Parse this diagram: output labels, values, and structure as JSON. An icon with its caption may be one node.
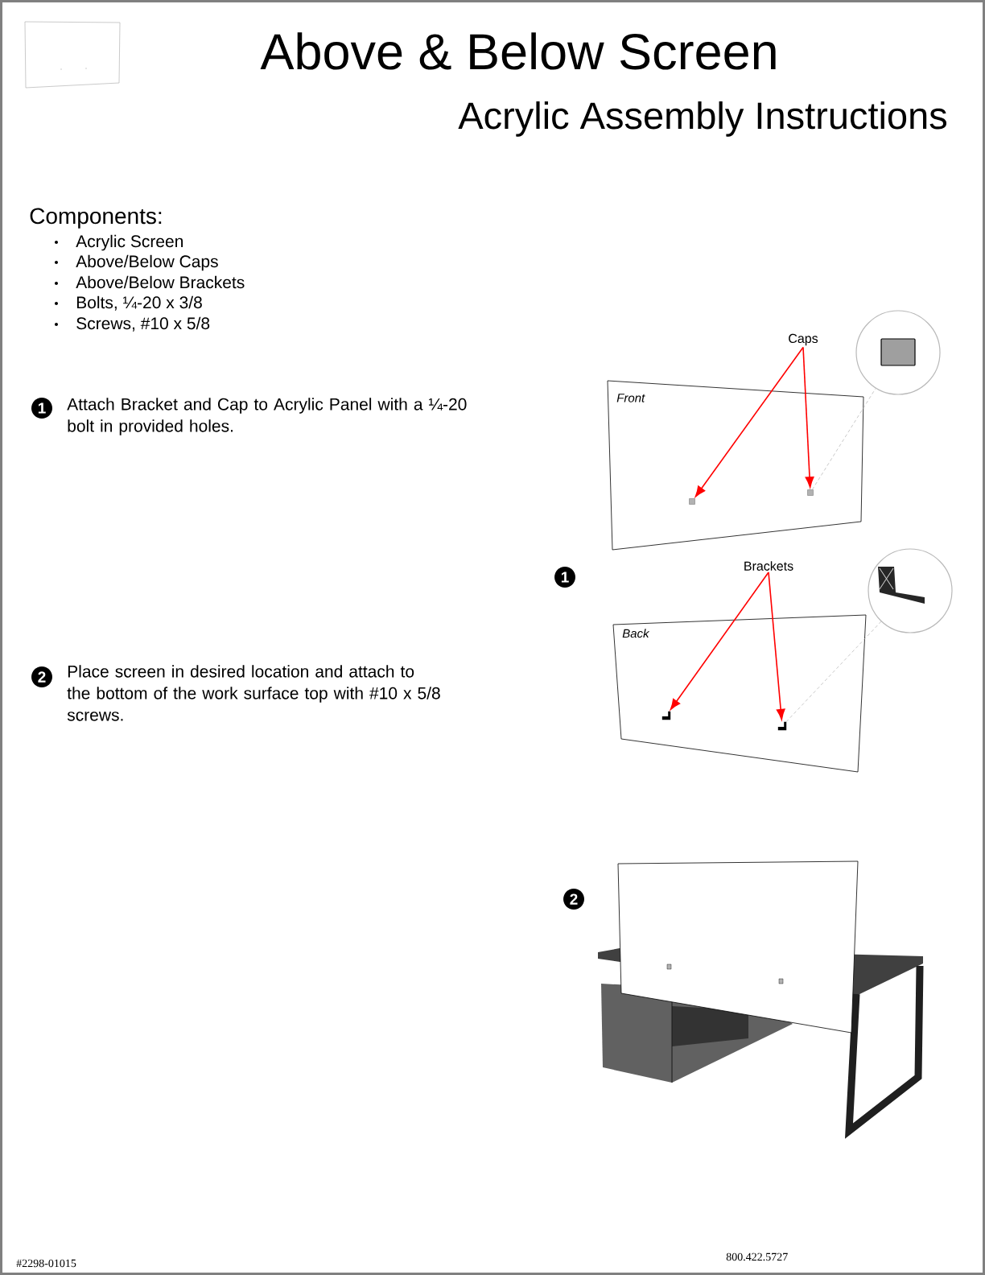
{
  "diagram": {
    "title": "Above & Below Screen",
    "nodes": [
      {
        "text": [
          "1"
        ],
        "beside": [
          "Attach Bracket and Cap to Acrylic Panel with a ¼-20 bolt in provided holes."
        ]
      },
      {
        "text": [
          "2"
        ],
        "beside": [
          "Place screen in desired location and attach to the bottom of the work surface top with #10 x 5/8 screws."
        ]
      },
      {
        "text": [
          "Front"
        ]
      },
      {
        "text": [
          "Caps"
        ]
      },
      {
        "text": [],
        "shape": "box",
        "in": 2
      },
      {
        "text": [],
        "shape": "box",
        "in": 2
      },
      {
        "text": [],
        "shape": "circle"
      },
      {
        "text": [
          "1"
        ]
      },
      {
        "text": [
          "Back"
        ]
      },
      {
        "text": [
          "Brackets"
        ]
      },
      {
        "text": [],
        "shape": "picture",
        "in": 8
      },
      {
        "text": [],
        "shape": "picture",
        "in": 8
      },
      {
        "text": [],
        "shape": "circle"
      },
      {
        "text": [
          "2"
        ]
      }
    ],
    "edges": [
      {
        "from": 3,
        "to": 4,
        "arrow": "to"
      },
      {
        "from": 3,
        "to": 5,
        "arrow": "to"
      },
      {
        "from": 5,
        "to": 6,
        "arrow": "none",
        "style": "dashed",
        "color": "#bbbbbb"
      },
      {
        "from": 9,
        "to": 10,
        "arrow": "to"
      },
      {
        "from": 9,
        "to": 11,
        "arrow": "to"
      },
      {
        "from": 11,
        "to": 12,
        "arrow": "none",
        "style": "dashed",
        "color": "#bbbbbb"
      }
    ],
    "labels": [
      "Acrylic Assembly Instructions",
      "Components:",
      "Acrylic Screen",
      "Above/Below Caps",
      "Above/Below Brackets",
      "Bolts, ¼-20 x 3/8",
      "Screws, #10 x 5/8",
      "#2298-01015",
      "800.422.5727"
    ]
  }
}
